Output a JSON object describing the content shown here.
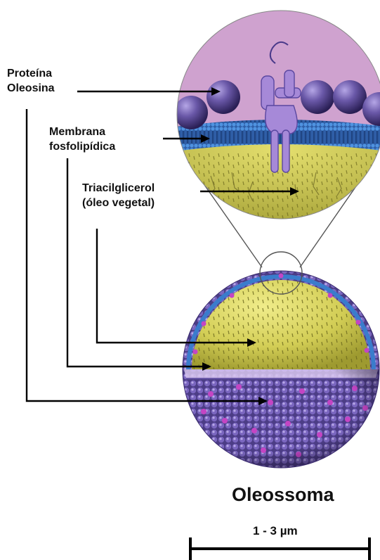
{
  "labels": {
    "protein_line1": "Proteína",
    "protein_line2": "Oleosina",
    "membrane_line1": "Membrana",
    "membrane_line2": "fosfolipídica",
    "tag_line1": "Triacilglicerol",
    "tag_line2": "(óleo vegetal)"
  },
  "title": "Oleossoma",
  "scale_bar": {
    "label": "1 - 3 µm"
  },
  "colors": {
    "zoom_background": "#cfa2cf",
    "protein_sphere": "#5b4a95",
    "membrane": "#3d77c2",
    "oil_core": "#d7d257",
    "oleosin": "#a689d8",
    "magenta_dots": "#b53ab5"
  }
}
